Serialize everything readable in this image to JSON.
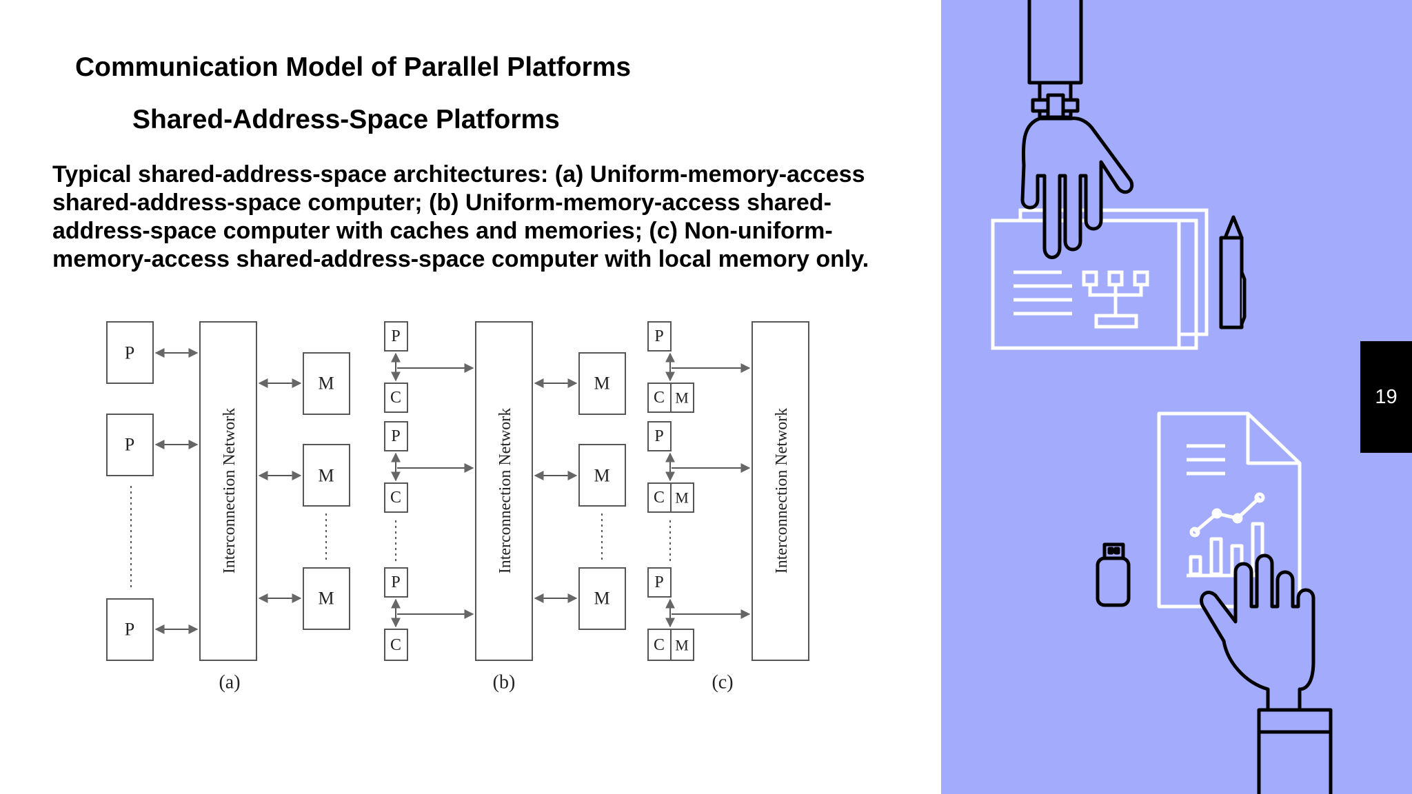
{
  "slide": {
    "title": "Communication Model of Parallel Platforms",
    "subtitle": "Shared-Address-Space Platforms",
    "caption": "Typical shared-address-space architectures: (a) Uniform-memory-access shared-address-space computer; (b) Uniform-memory-access shared-address-space computer with caches and memories; (c) Non-uniform-memory-access shared-address-space computer with local memory only.",
    "page_number": "19"
  },
  "figure": {
    "network_label": "Interconnection Network",
    "processor_label": "P",
    "memory_label": "M",
    "cache_label": "C",
    "panel_a_label": "(a)",
    "panel_b_label": "(b)",
    "panel_c_label": "(c)"
  },
  "colors": {
    "panel_background": "#a3abfd",
    "badge_background": "#000000",
    "badge_text": "#ffffff"
  },
  "icons": [
    "hand-with-watch-icon",
    "document-org-chart-icon",
    "pen-icon",
    "usb-drive-icon",
    "report-chart-icon",
    "raised-hand-icon"
  ]
}
